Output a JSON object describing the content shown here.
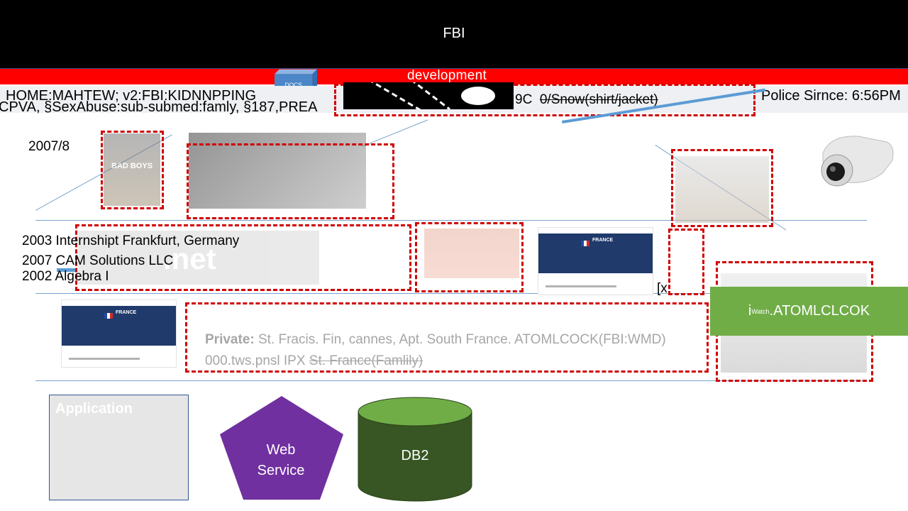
{
  "header": {
    "title": "FBI"
  },
  "banner": {
    "development": "development",
    "docs_label": "DOCS"
  },
  "info": {
    "line1": "HOME:MAHTEW; v2:FBI:KIDNNPPING",
    "line2": "CPVA, §SexAbuse:sub-submed:famly, §187,PREA",
    "snow_prefix": "9C",
    "snow_text": "0/Snow(shirt/jacket)",
    "police": "Police Sirnce: 6:56PM"
  },
  "timeline": {
    "year": "2007/8",
    "entries": [
      "2003 Internshipt Frankfurt, Germany",
      "2007 CAM Solutions LLC",
      "2002 Algebra I"
    ]
  },
  "images": {
    "poster_text": "BAD BOYS",
    "net_text": ".net",
    "france_name": "FRANCE"
  },
  "xmark": "[x",
  "watch_button": {
    "prefix": "i",
    "small": "Watch",
    "label": ".ATOMLCLCOK"
  },
  "private": {
    "label": "Private:",
    "text": " St. Fracis. Fin, cannes, Apt. South France. ATOMLCOCK(FBI:WMD)",
    "line2_a": "000.tws.pnsl IPX ",
    "line2_strike": "St. France(Famlily)"
  },
  "diagram": {
    "application": "Application",
    "web_service": [
      "Web",
      "Service"
    ],
    "db": "DB2"
  },
  "colors": {
    "alert_red": "#ff0000",
    "dash_red": "#d00000",
    "green": "#70ad47",
    "purple": "#7030a0",
    "db_green": "#375623"
  }
}
